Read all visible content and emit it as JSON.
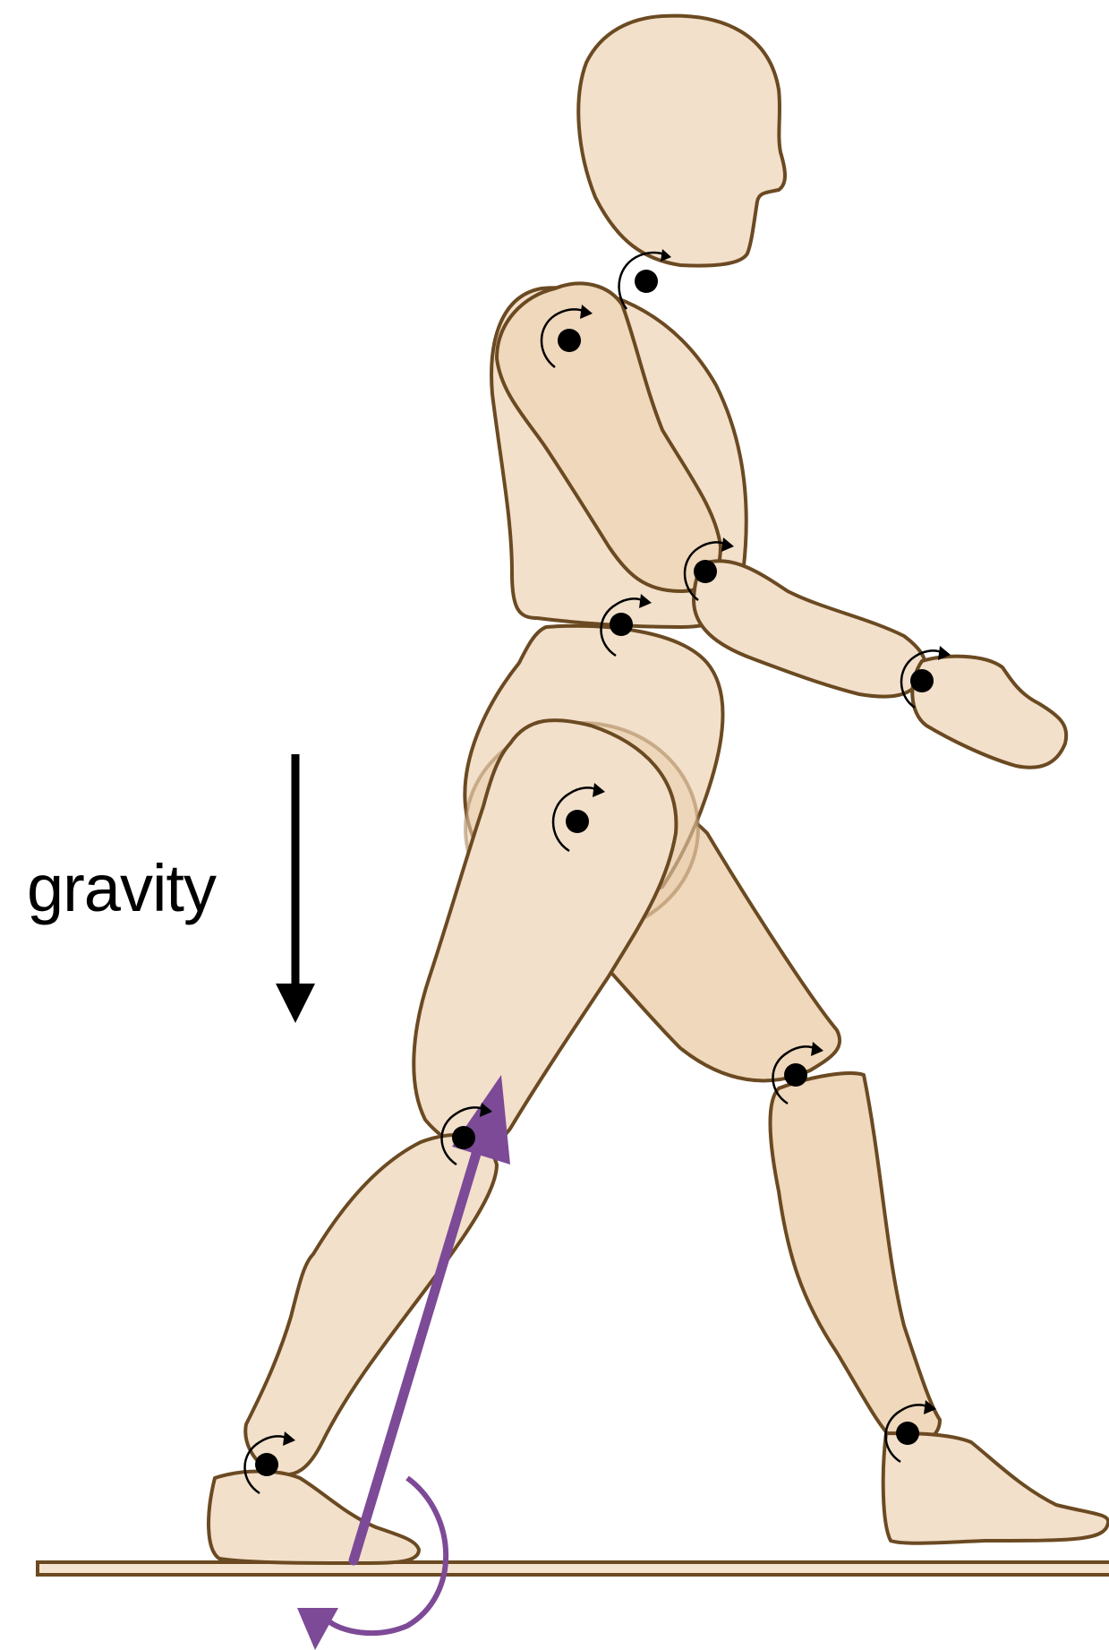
{
  "labels": {
    "gravity": "gravity"
  },
  "colors": {
    "skin": "#f2e0cb",
    "outline": "#6b4a22",
    "force": "#7d4a97",
    "gravity_arrow": "#000000"
  },
  "joints": [
    "neck",
    "shoulder",
    "elbow",
    "wrist",
    "waist",
    "hip",
    "front-knee",
    "back-knee",
    "front-ankle",
    "back-ankle"
  ]
}
